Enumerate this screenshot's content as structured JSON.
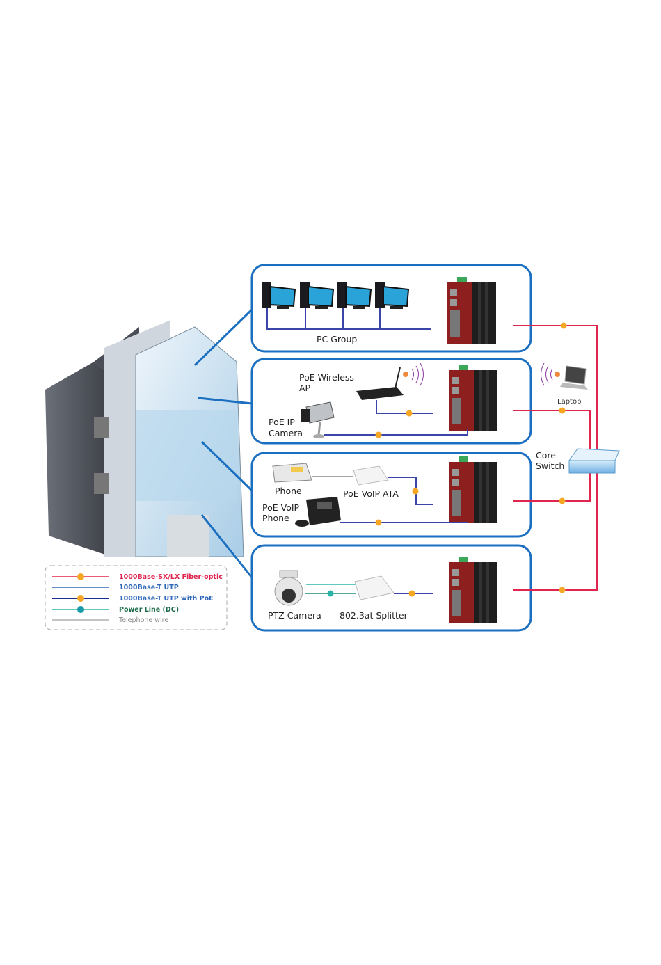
{
  "labels": {
    "pc_group": "PC Group",
    "wireless_ap_1": "PoE Wireless",
    "wireless_ap_2": "AP",
    "laptop": "Laptop",
    "ip_camera_1": "PoE IP",
    "ip_camera_2": "Camera",
    "core_switch_1": "Core",
    "core_switch_2": "Switch",
    "phone": "Phone",
    "voip_ata": "PoE VoIP ATA",
    "voip_phone_1": "PoE VoIP",
    "voip_phone_2": "Phone",
    "ptz_camera": "PTZ Camera",
    "splitter": "802.3at Splitter"
  },
  "legend": [
    {
      "label": "1000Base-SX/LX Fiber-optic",
      "color": "#e0264f"
    },
    {
      "label": "1000Base-T UTP",
      "color": "#2f67b8"
    },
    {
      "label": "1000Base-T UTP with PoE",
      "color": "#1c2f8c"
    },
    {
      "label": "Power Line (DC)",
      "color": "#1a8a7a"
    },
    {
      "label": "Telephone wire",
      "color": "#888888"
    }
  ],
  "colors": {
    "panel_border": "#1a6fc0",
    "fiber": "#e0264f",
    "utp": "#3b45a8",
    "poe_badge": "#f5a623",
    "dc": "#2bb3a8",
    "switch_body": "#8e1f1f"
  }
}
